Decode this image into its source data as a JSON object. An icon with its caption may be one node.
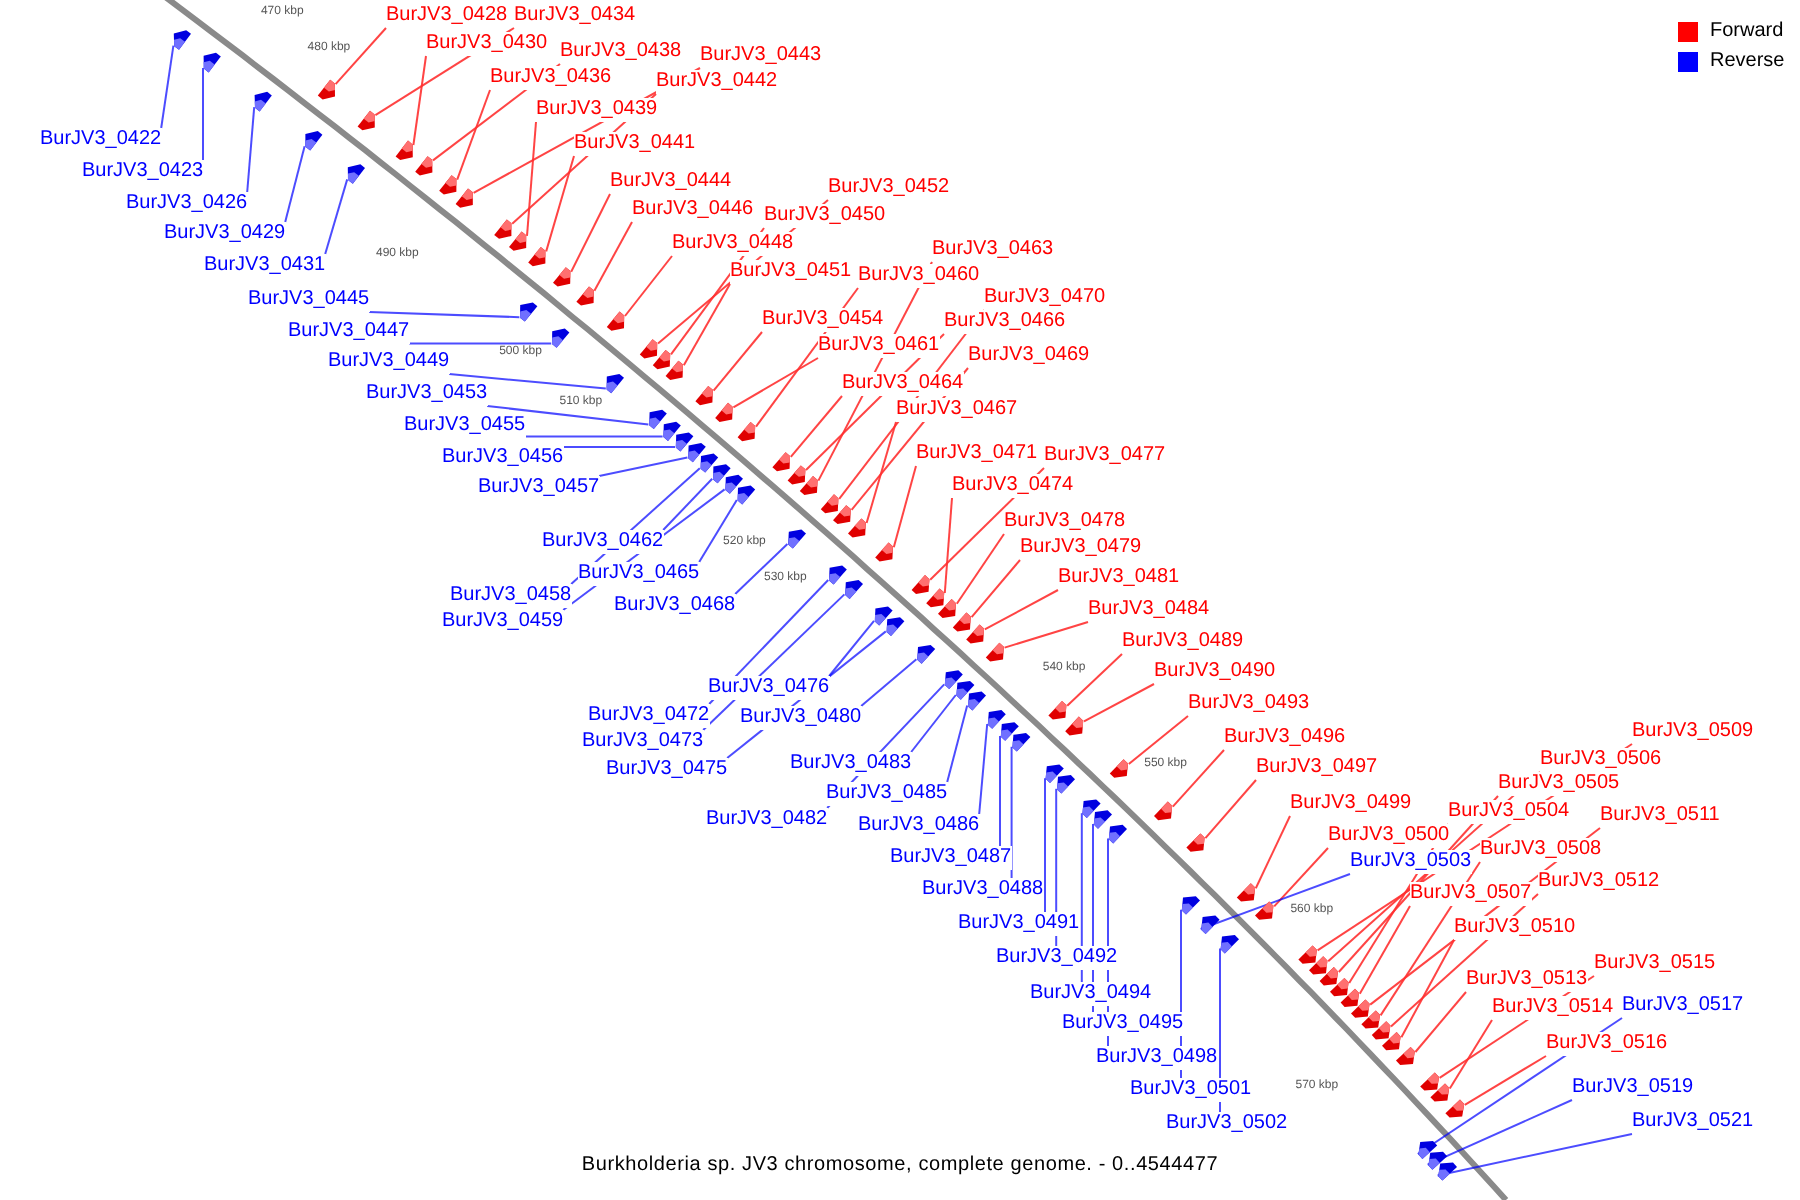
{
  "diagram": {
    "caption": "Burkholderia sp. JV3 chromosome, complete genome. - 0..4544477",
    "nodes": [
      {
        "text": [
          "BurJV3_0428"
        ]
      },
      {
        "text": [
          "BurJV3_0434"
        ]
      },
      {
        "text": [
          "BurJV3_0430"
        ]
      },
      {
        "text": [
          "BurJV3_0438"
        ]
      },
      {
        "text": [
          "BurJV3_0436"
        ]
      },
      {
        "text": [
          "BurJV3_0443"
        ]
      },
      {
        "text": [
          "BurJV3_0442"
        ]
      },
      {
        "text": [
          "BurJV3_0439"
        ]
      },
      {
        "text": [
          "BurJV3_0441"
        ]
      },
      {
        "text": [
          "BurJV3_0444"
        ]
      },
      {
        "text": [
          "BurJV3_0446"
        ]
      },
      {
        "text": [
          "BurJV3_0452"
        ]
      },
      {
        "text": [
          "BurJV3_0450"
        ]
      },
      {
        "text": [
          "BurJV3_0448"
        ]
      },
      {
        "text": [
          "BurJV3_0451"
        ]
      },
      {
        "text": [
          "BurJV3_0463"
        ]
      },
      {
        "text": [
          "BurJV3_0460"
        ]
      },
      {
        "text": [
          "BurJV3_0454"
        ]
      },
      {
        "text": [
          "BurJV3_0470"
        ]
      },
      {
        "text": [
          "BurJV3_0466"
        ]
      },
      {
        "text": [
          "BurJV3_0461"
        ]
      },
      {
        "text": [
          "BurJV3_0469"
        ]
      },
      {
        "text": [
          "BurJV3_0464"
        ]
      },
      {
        "text": [
          "BurJV3_0467"
        ]
      },
      {
        "text": [
          "BurJV3_0471"
        ]
      },
      {
        "text": [
          "BurJV3_0477"
        ]
      },
      {
        "text": [
          "BurJV3_0474"
        ]
      },
      {
        "text": [
          "BurJV3_0478"
        ]
      },
      {
        "text": [
          "BurJV3_0479"
        ]
      },
      {
        "text": [
          "BurJV3_0481"
        ]
      },
      {
        "text": [
          "BurJV3_0484"
        ]
      },
      {
        "text": [
          "BurJV3_0489"
        ]
      },
      {
        "text": [
          "BurJV3_0490"
        ]
      },
      {
        "text": [
          "BurJV3_0493"
        ]
      },
      {
        "text": [
          "BurJV3_0496"
        ]
      },
      {
        "text": [
          "BurJV3_0497"
        ]
      },
      {
        "text": [
          "BurJV3_0499"
        ]
      },
      {
        "text": [
          "BurJV3_0500"
        ]
      },
      {
        "text": [
          "BurJV3_0509"
        ]
      },
      {
        "text": [
          "BurJV3_0506"
        ]
      },
      {
        "text": [
          "BurJV3_0505"
        ]
      },
      {
        "text": [
          "BurJV3_0504"
        ]
      },
      {
        "text": [
          "BurJV3_0511"
        ]
      },
      {
        "text": [
          "BurJV3_0508"
        ]
      },
      {
        "text": [
          "BurJV3_0507"
        ]
      },
      {
        "text": [
          "BurJV3_0512"
        ]
      },
      {
        "text": [
          "BurJV3_0510"
        ]
      },
      {
        "text": [
          "BurJV3_0513"
        ]
      },
      {
        "text": [
          "BurJV3_0515"
        ]
      },
      {
        "text": [
          "BurJV3_0514"
        ]
      },
      {
        "text": [
          "BurJV3_0516"
        ]
      },
      {
        "text": [
          "BurJV3_0422"
        ]
      },
      {
        "text": [
          "BurJV3_0423"
        ]
      },
      {
        "text": [
          "BurJV3_0426"
        ]
      },
      {
        "text": [
          "BurJV3_0429"
        ]
      },
      {
        "text": [
          "BurJV3_0431"
        ]
      },
      {
        "text": [
          "BurJV3_0445"
        ]
      },
      {
        "text": [
          "BurJV3_0447"
        ]
      },
      {
        "text": [
          "BurJV3_0449"
        ]
      },
      {
        "text": [
          "BurJV3_0453"
        ]
      },
      {
        "text": [
          "BurJV3_0455"
        ]
      },
      {
        "text": [
          "BurJV3_0456"
        ]
      },
      {
        "text": [
          "BurJV3_0457"
        ]
      },
      {
        "text": [
          "BurJV3_0462"
        ]
      },
      {
        "text": [
          "BurJV3_0465"
        ]
      },
      {
        "text": [
          "BurJV3_0458"
        ]
      },
      {
        "text": [
          "BurJV3_0459"
        ]
      },
      {
        "text": [
          "BurJV3_0468"
        ]
      },
      {
        "text": [
          "BurJV3_0476"
        ]
      },
      {
        "text": [
          "BurJV3_0472"
        ]
      },
      {
        "text": [
          "BurJV3_0473"
        ]
      },
      {
        "text": [
          "BurJV3_0475"
        ]
      },
      {
        "text": [
          "BurJV3_0480"
        ]
      },
      {
        "text": [
          "BurJV3_0483"
        ]
      },
      {
        "text": [
          "BurJV3_0485"
        ]
      },
      {
        "text": [
          "BurJV3_0486"
        ]
      },
      {
        "text": [
          "BurJV3_0482"
        ]
      },
      {
        "text": [
          "BurJV3_0487"
        ]
      },
      {
        "text": [
          "BurJV3_0488"
        ]
      },
      {
        "text": [
          "BurJV3_0491"
        ]
      },
      {
        "text": [
          "BurJV3_0492"
        ]
      },
      {
        "text": [
          "BurJV3_0494"
        ]
      },
      {
        "text": [
          "BurJV3_0495"
        ]
      },
      {
        "text": [
          "BurJV3_0498"
        ]
      },
      {
        "text": [
          "BurJV3_0501"
        ]
      },
      {
        "text": [
          "BurJV3_0502"
        ]
      },
      {
        "text": [
          "BurJV3_0503"
        ]
      },
      {
        "text": [
          "BurJV3_0517"
        ]
      },
      {
        "text": [
          "BurJV3_0519"
        ]
      },
      {
        "text": [
          "BurJV3_0521"
        ]
      },
      {
        "text": [],
        "shape": "arrow"
      },
      {
        "text": [],
        "shape": "arrow"
      },
      {
        "text": [],
        "shape": "arrow"
      },
      {
        "text": [],
        "shape": "arrow"
      },
      {
        "text": [],
        "shape": "arrow"
      },
      {
        "text": [],
        "shape": "arrow"
      },
      {
        "text": [],
        "shape": "arrow"
      },
      {
        "text": [],
        "shape": "arrow"
      },
      {
        "text": [],
        "shape": "arrow"
      },
      {
        "text": [],
        "shape": "arrow"
      },
      {
        "text": [],
        "shape": "arrow"
      },
      {
        "text": [],
        "shape": "arrow"
      },
      {
        "text": [],
        "shape": "arrow"
      },
      {
        "text": [],
        "shape": "arrow"
      },
      {
        "text": [],
        "shape": "arrow"
      },
      {
        "text": [],
        "shape": "arrow"
      },
      {
        "text": [],
        "shape": "arrow"
      },
      {
        "text": [],
        "shape": "arrow"
      },
      {
        "text": [],
        "shape": "arrow"
      },
      {
        "text": [],
        "shape": "arrow"
      },
      {
        "text": [],
        "shape": "arrow"
      },
      {
        "text": [],
        "shape": "arrow"
      },
      {
        "text": [],
        "shape": "arrow"
      },
      {
        "text": [],
        "shape": "arrow"
      },
      {
        "text": [],
        "shape": "arrow"
      },
      {
        "text": [],
        "shape": "arrow"
      },
      {
        "text": [],
        "shape": "arrow"
      },
      {
        "text": [],
        "shape": "arrow"
      },
      {
        "text": [],
        "shape": "arrow"
      },
      {
        "text": [],
        "shape": "arrow"
      },
      {
        "text": [],
        "shape": "arrow"
      },
      {
        "text": [],
        "shape": "arrow"
      },
      {
        "text": [],
        "shape": "arrow"
      },
      {
        "text": [],
        "shape": "arrow"
      },
      {
        "text": [],
        "shape": "arrow"
      },
      {
        "text": [],
        "shape": "arrow"
      },
      {
        "text": [],
        "shape": "arrow"
      },
      {
        "text": [],
        "shape": "arrow"
      },
      {
        "text": [],
        "shape": "arrow"
      },
      {
        "text": [],
        "shape": "arrow"
      },
      {
        "text": [],
        "shape": "arrow"
      },
      {
        "text": [],
        "shape": "arrow"
      },
      {
        "text": [],
        "shape": "arrow"
      },
      {
        "text": [],
        "shape": "arrow"
      },
      {
        "text": [],
        "shape": "arrow"
      },
      {
        "text": [],
        "shape": "arrow"
      },
      {
        "text": [],
        "shape": "arrow"
      },
      {
        "text": [],
        "shape": "arrow"
      },
      {
        "text": [],
        "shape": "arrow"
      },
      {
        "text": [],
        "shape": "arrow"
      },
      {
        "text": [],
        "shape": "arrow"
      },
      {
        "text": [],
        "shape": "arrow"
      },
      {
        "text": [],
        "shape": "arrow"
      },
      {
        "text": [],
        "shape": "arrow"
      },
      {
        "text": [],
        "shape": "arrow"
      },
      {
        "text": [],
        "shape": "arrow"
      },
      {
        "text": [],
        "shape": "arrow"
      },
      {
        "text": [],
        "shape": "arrow"
      },
      {
        "text": [],
        "shape": "arrow"
      },
      {
        "text": [],
        "shape": "arrow"
      },
      {
        "text": [],
        "shape": "arrow"
      },
      {
        "text": [],
        "shape": "arrow"
      },
      {
        "text": [],
        "shape": "arrow"
      },
      {
        "text": [],
        "shape": "arrow"
      },
      {
        "text": [],
        "shape": "arrow"
      },
      {
        "text": [],
        "shape": "arrow"
      },
      {
        "text": [],
        "shape": "arrow"
      },
      {
        "text": [],
        "shape": "arrow"
      },
      {
        "text": [],
        "shape": "arrow"
      },
      {
        "text": [],
        "shape": "arrow"
      },
      {
        "text": [],
        "shape": "arrow"
      },
      {
        "text": [],
        "shape": "arrow"
      },
      {
        "text": [],
        "shape": "arrow"
      },
      {
        "text": [],
        "shape": "arrow"
      },
      {
        "text": [],
        "shape": "arrow"
      },
      {
        "text": [],
        "shape": "arrow"
      },
      {
        "text": [],
        "shape": "arrow"
      },
      {
        "text": [],
        "shape": "arrow"
      },
      {
        "text": [],
        "shape": "arrow"
      },
      {
        "text": [],
        "shape": "arrow"
      },
      {
        "text": [],
        "shape": "arrow"
      },
      {
        "text": [],
        "shape": "arrow"
      },
      {
        "text": [],
        "shape": "arrow"
      },
      {
        "text": [],
        "shape": "arrow"
      },
      {
        "text": [],
        "shape": "arrow"
      },
      {
        "text": [],
        "shape": "arrow"
      },
      {
        "text": [],
        "shape": "arrow"
      },
      {
        "text": [],
        "shape": "arrow"
      },
      {
        "text": [],
        "shape": "arrow"
      },
      {
        "text": [],
        "shape": "arrow"
      }
    ],
    "edges": [
      {
        "from": 0,
        "to": 90,
        "arrow": "none"
      },
      {
        "from": 1,
        "to": 91,
        "arrow": "none"
      },
      {
        "from": 2,
        "to": 92,
        "arrow": "none"
      },
      {
        "from": 3,
        "to": 93,
        "arrow": "none"
      },
      {
        "from": 4,
        "to": 94,
        "arrow": "none"
      },
      {
        "from": 5,
        "to": 95,
        "arrow": "none"
      },
      {
        "from": 6,
        "to": 96,
        "arrow": "none"
      },
      {
        "from": 7,
        "to": 97,
        "arrow": "none"
      },
      {
        "from": 8,
        "to": 98,
        "arrow": "none"
      },
      {
        "from": 9,
        "to": 99,
        "arrow": "none"
      },
      {
        "from": 10,
        "to": 100,
        "arrow": "none"
      },
      {
        "from": 11,
        "to": 101,
        "arrow": "none"
      },
      {
        "from": 12,
        "to": 102,
        "arrow": "none"
      },
      {
        "from": 13,
        "to": 103,
        "arrow": "none"
      },
      {
        "from": 14,
        "to": 104,
        "arrow": "none"
      },
      {
        "from": 15,
        "to": 105,
        "arrow": "none"
      },
      {
        "from": 16,
        "to": 106,
        "arrow": "none"
      },
      {
        "from": 17,
        "to": 107,
        "arrow": "none"
      },
      {
        "from": 18,
        "to": 108,
        "arrow": "none"
      },
      {
        "from": 19,
        "to": 109,
        "arrow": "none"
      },
      {
        "from": 20,
        "to": 110,
        "arrow": "none"
      },
      {
        "from": 21,
        "to": 111,
        "arrow": "none"
      },
      {
        "from": 22,
        "to": 112,
        "arrow": "none"
      },
      {
        "from": 23,
        "to": 113,
        "arrow": "none"
      },
      {
        "from": 24,
        "to": 114,
        "arrow": "none"
      },
      {
        "from": 25,
        "to": 115,
        "arrow": "none"
      },
      {
        "from": 26,
        "to": 116,
        "arrow": "none"
      },
      {
        "from": 27,
        "to": 117,
        "arrow": "none"
      },
      {
        "from": 28,
        "to": 118,
        "arrow": "none"
      },
      {
        "from": 29,
        "to": 119,
        "arrow": "none"
      },
      {
        "from": 30,
        "to": 120,
        "arrow": "none"
      },
      {
        "from": 31,
        "to": 121,
        "arrow": "none"
      },
      {
        "from": 32,
        "to": 122,
        "arrow": "none"
      },
      {
        "from": 33,
        "to": 123,
        "arrow": "none"
      },
      {
        "from": 34,
        "to": 124,
        "arrow": "none"
      },
      {
        "from": 35,
        "to": 125,
        "arrow": "none"
      },
      {
        "from": 36,
        "to": 126,
        "arrow": "none"
      },
      {
        "from": 37,
        "to": 127,
        "arrow": "none"
      },
      {
        "from": 38,
        "to": 128,
        "arrow": "none"
      },
      {
        "from": 39,
        "to": 129,
        "arrow": "none"
      },
      {
        "from": 40,
        "to": 130,
        "arrow": "none"
      },
      {
        "from": 41,
        "to": 131,
        "arrow": "none"
      },
      {
        "from": 42,
        "to": 132,
        "arrow": "none"
      },
      {
        "from": 43,
        "to": 133,
        "arrow": "none"
      },
      {
        "from": 44,
        "to": 134,
        "arrow": "none"
      },
      {
        "from": 45,
        "to": 135,
        "arrow": "none"
      },
      {
        "from": 46,
        "to": 136,
        "arrow": "none"
      },
      {
        "from": 47,
        "to": 137,
        "arrow": "none"
      },
      {
        "from": 48,
        "to": 138,
        "arrow": "none"
      },
      {
        "from": 49,
        "to": 139,
        "arrow": "none"
      },
      {
        "from": 50,
        "to": 140,
        "arrow": "none"
      },
      {
        "from": 51,
        "to": 141,
        "arrow": "none",
        "color": "#0000ff"
      },
      {
        "from": 52,
        "to": 142,
        "arrow": "none",
        "color": "#0000ff"
      },
      {
        "from": 53,
        "to": 143,
        "arrow": "none",
        "color": "#0000ff"
      },
      {
        "from": 54,
        "to": 144,
        "arrow": "none",
        "color": "#0000ff"
      },
      {
        "from": 55,
        "to": 145,
        "arrow": "none",
        "color": "#0000ff"
      },
      {
        "from": 56,
        "to": 146,
        "arrow": "none",
        "color": "#0000ff"
      },
      {
        "from": 57,
        "to": 147,
        "arrow": "none",
        "color": "#0000ff"
      },
      {
        "from": 58,
        "to": 148,
        "arrow": "none",
        "color": "#0000ff"
      },
      {
        "from": 59,
        "to": 149,
        "arrow": "none",
        "color": "#0000ff"
      },
      {
        "from": 60,
        "to": 150,
        "arrow": "none",
        "color": "#0000ff"
      },
      {
        "from": 61,
        "to": 151,
        "arrow": "none",
        "color": "#0000ff"
      },
      {
        "from": 62,
        "to": 152,
        "arrow": "none",
        "color": "#0000ff"
      },
      {
        "from": 63,
        "to": 153,
        "arrow": "none",
        "color": "#0000ff"
      },
      {
        "from": 64,
        "to": 154,
        "arrow": "none",
        "color": "#0000ff"
      },
      {
        "from": 65,
        "to": 155,
        "arrow": "none",
        "color": "#0000ff"
      },
      {
        "from": 66,
        "to": 156,
        "arrow": "none",
        "color": "#0000ff"
      },
      {
        "from": 67,
        "to": 157,
        "arrow": "none",
        "color": "#0000ff"
      },
      {
        "from": 68,
        "to": 158,
        "arrow": "none",
        "color": "#0000ff"
      },
      {
        "from": 69,
        "to": 159,
        "arrow": "none",
        "color": "#0000ff"
      },
      {
        "from": 70,
        "to": 160,
        "arrow": "none",
        "color": "#0000ff"
      },
      {
        "from": 71,
        "to": 161,
        "arrow": "none",
        "color": "#0000ff"
      },
      {
        "from": 72,
        "to": 162,
        "arrow": "none",
        "color": "#0000ff"
      },
      {
        "from": 73,
        "to": 163,
        "arrow": "none",
        "color": "#0000ff"
      },
      {
        "from": 74,
        "to": 164,
        "arrow": "none",
        "color": "#0000ff"
      },
      {
        "from": 75,
        "to": 165,
        "arrow": "none",
        "color": "#0000ff"
      },
      {
        "from": 76,
        "to": 166,
        "arrow": "none",
        "color": "#0000ff"
      },
      {
        "from": 77,
        "to": 167,
        "arrow": "none",
        "color": "#0000ff"
      },
      {
        "from": 78,
        "to": 168,
        "arrow": "none",
        "color": "#0000ff"
      },
      {
        "from": 79,
        "to": 169,
        "arrow": "none",
        "color": "#0000ff"
      },
      {
        "from": 80,
        "to": 170,
        "arrow": "none",
        "color": "#0000ff"
      },
      {
        "from": 81,
        "to": 171,
        "arrow": "none",
        "color": "#0000ff"
      },
      {
        "from": 82,
        "to": 172,
        "arrow": "none",
        "color": "#0000ff"
      },
      {
        "from": 83,
        "to": 173,
        "arrow": "none",
        "color": "#0000ff"
      },
      {
        "from": 84,
        "to": 174,
        "arrow": "none",
        "color": "#0000ff"
      },
      {
        "from": 85,
        "to": 175,
        "arrow": "none",
        "color": "#0000ff"
      },
      {
        "from": 86,
        "to": 176,
        "arrow": "none",
        "color": "#0000ff"
      },
      {
        "from": 87,
        "to": 177,
        "arrow": "none",
        "color": "#0000ff"
      },
      {
        "from": 88,
        "to": 178,
        "arrow": "none",
        "color": "#0000ff"
      },
      {
        "from": 89,
        "to": 179,
        "arrow": "none",
        "color": "#0000ff"
      }
    ],
    "labels": [
      "470 kbp",
      "480 kbp",
      "490 kbp",
      "500 kbp",
      "510 kbp",
      "520 kbp",
      "530 kbp",
      "540 kbp",
      "550 kbp",
      "560 kbp",
      "570 kbp"
    ],
    "legend": [
      {
        "text": "Forward",
        "color": "#ff0000"
      },
      {
        "text": "Reverse",
        "color": "#0000ff"
      }
    ]
  }
}
